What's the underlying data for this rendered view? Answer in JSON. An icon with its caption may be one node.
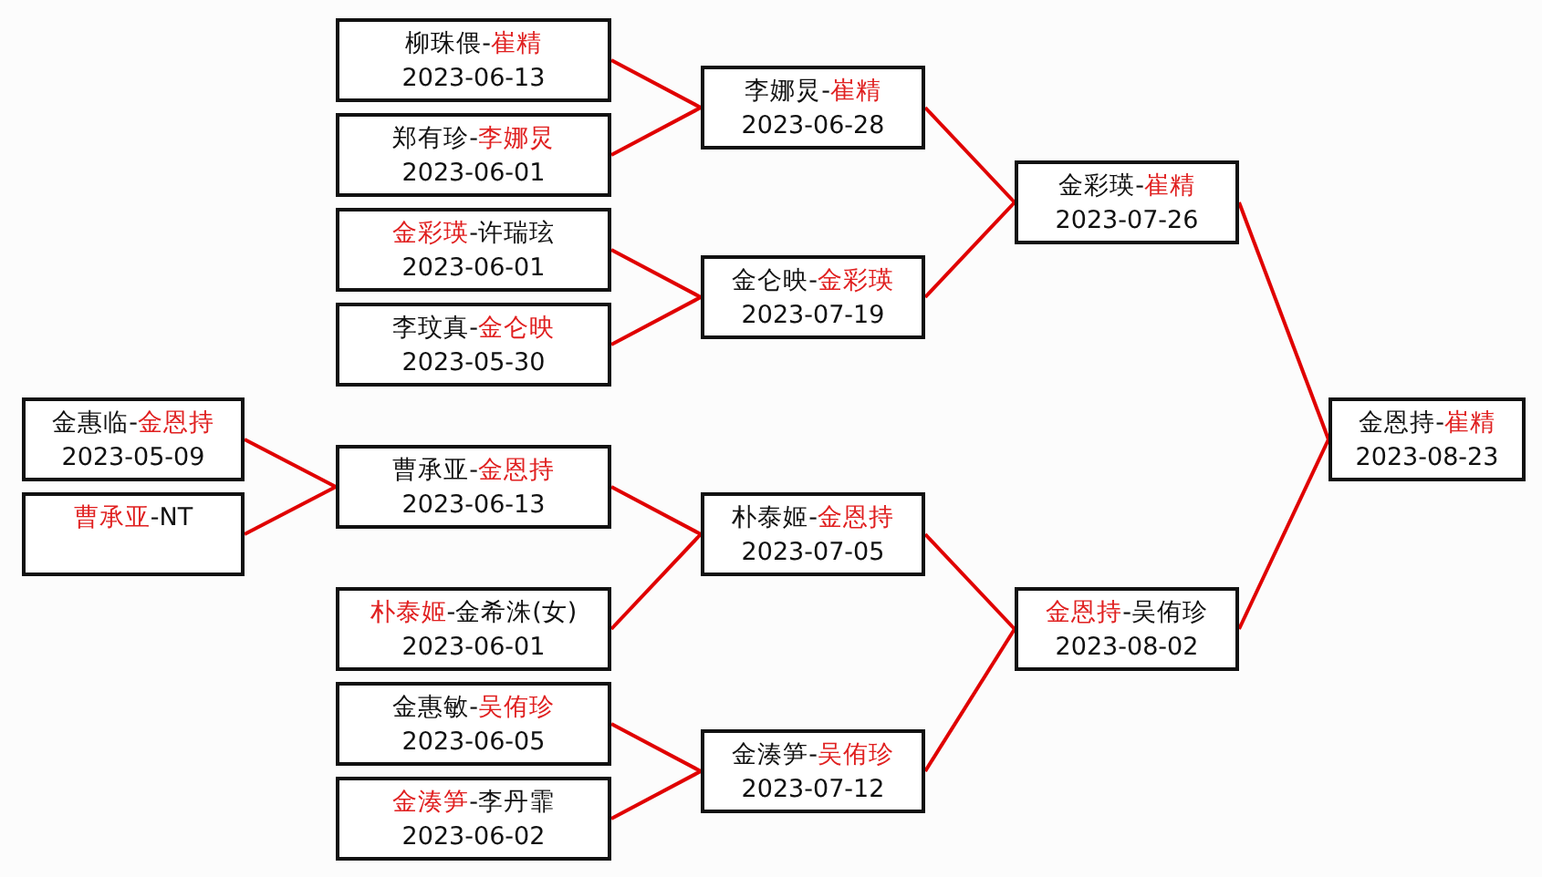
{
  "diagram": {
    "nodes": [
      {
        "text": [
          "金惠临-*金恩持*",
          "2023-05-09"
        ]
      },
      {
        "text": [
          "*曹承亚*-NT"
        ]
      },
      {
        "text": [
          "柳珠偎-*崔精*",
          "2023-06-13"
        ]
      },
      {
        "text": [
          "郑有珍-*李娜炅*",
          "2023-06-01"
        ]
      },
      {
        "text": [
          "*金彩瑛*-许瑞玹",
          "2023-06-01"
        ]
      },
      {
        "text": [
          "李玟真-*金仑映*",
          "2023-05-30"
        ]
      },
      {
        "text": [
          "曹承亚-*金恩持*",
          "2023-06-13"
        ]
      },
      {
        "text": [
          "*朴泰姬*-金希洙(女)",
          "2023-06-01"
        ]
      },
      {
        "text": [
          "金惠敏-*吴侑珍*",
          "2023-06-05"
        ]
      },
      {
        "text": [
          "*金湊笋*-李丹霏",
          "2023-06-02"
        ]
      },
      {
        "text": [
          "李娜炅-*崔精*",
          "2023-06-28"
        ]
      },
      {
        "text": [
          "金仑映-*金彩瑛*",
          "2023-07-19"
        ]
      },
      {
        "text": [
          "朴泰姬-*金恩持*",
          "2023-07-05"
        ]
      },
      {
        "text": [
          "金湊笋-*吴侑珍*",
          "2023-07-12"
        ]
      },
      {
        "text": [
          "金彩瑛-*崔精*",
          "2023-07-26"
        ]
      },
      {
        "text": [
          "*金恩持*-吴侑珍",
          "2023-08-02"
        ]
      },
      {
        "text": [
          "金恩持-*崔精*",
          "2023-08-23"
        ]
      }
    ],
    "edges": [
      {
        "from": 0,
        "to": 6,
        "arrow": "none"
      },
      {
        "from": 1,
        "to": 6,
        "arrow": "none"
      },
      {
        "from": 2,
        "to": 10,
        "arrow": "none"
      },
      {
        "from": 3,
        "to": 10,
        "arrow": "none"
      },
      {
        "from": 4,
        "to": 11,
        "arrow": "none"
      },
      {
        "from": 5,
        "to": 11,
        "arrow": "none"
      },
      {
        "from": 6,
        "to": 12,
        "arrow": "none"
      },
      {
        "from": 7,
        "to": 12,
        "arrow": "none"
      },
      {
        "from": 8,
        "to": 13,
        "arrow": "none"
      },
      {
        "from": 9,
        "to": 13,
        "arrow": "none"
      },
      {
        "from": 10,
        "to": 14,
        "arrow": "none"
      },
      {
        "from": 11,
        "to": 14,
        "arrow": "none"
      },
      {
        "from": 12,
        "to": 15,
        "arrow": "none"
      },
      {
        "from": 13,
        "to": 15,
        "arrow": "none"
      },
      {
        "from": 14,
        "to": 16,
        "arrow": "none"
      },
      {
        "from": 15,
        "to": 16,
        "arrow": "none"
      }
    ]
  }
}
